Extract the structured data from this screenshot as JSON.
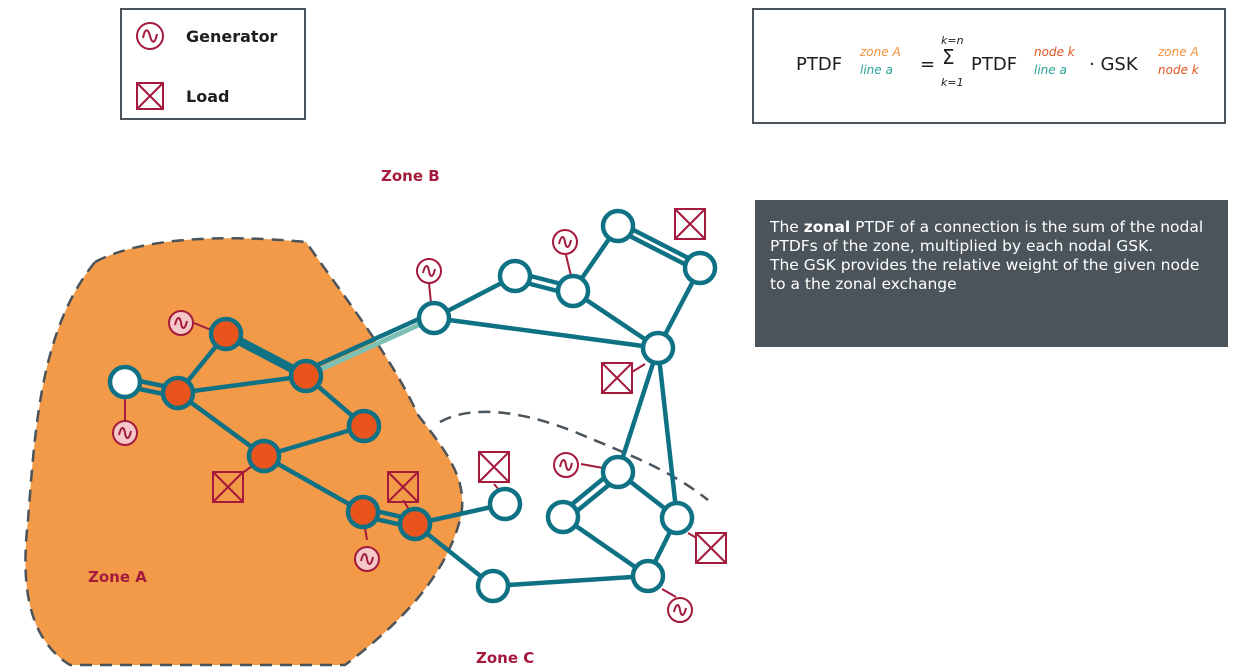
{
  "legend": {
    "generator_label": "Generator",
    "load_label": "Load"
  },
  "formula": {
    "ptdf_left": "PTDF",
    "zone_a_sup": "zone A",
    "line_a_sub": "line a",
    "equals": "=",
    "sum_upper": "k=n",
    "sum_symbol": "Σ",
    "sum_lower": "k=1",
    "ptdf_right": "PTDF",
    "node_k_sup": "node k",
    "line_a_sub2": "line a",
    "dot_gsk": "· GSK",
    "zone_a_sup2": "zone A",
    "node_k_sub": "node k"
  },
  "info_panel": {
    "line1_pre": "The ",
    "line1_bold": "zonal",
    "line1_post": " PTDF of a connection is the sum of the nodal PTDFs of the zone, multiplied by each nodal GSK.",
    "line2": "The GSK provides the relative weight of the given node to a the zonal exchange"
  },
  "zones": {
    "zone_a": "Zone A",
    "zone_b": "Zone B",
    "zone_c": "Zone C"
  },
  "colors": {
    "zone_a_fill": "#f39a48",
    "line_teal": "#0f7184",
    "node_orange": "#e8541c",
    "highlight_line": "#7cc0b4",
    "symbol_red": "#a31a3c",
    "panel_bg": "#4a545a"
  }
}
